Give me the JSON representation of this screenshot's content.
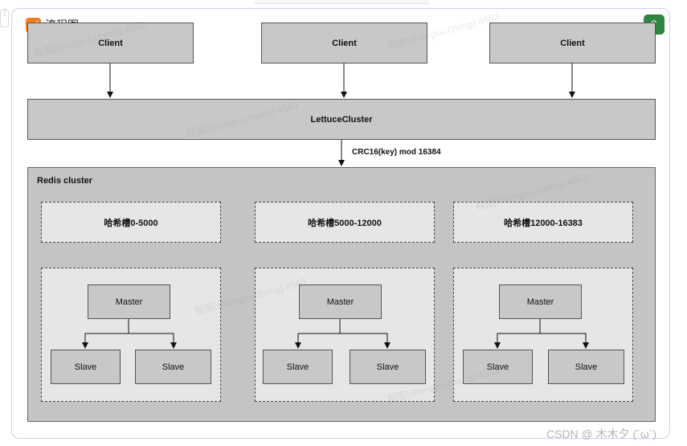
{
  "header": {
    "title": "流程图"
  },
  "clients": [
    {
      "label": "Client"
    },
    {
      "label": "Client"
    },
    {
      "label": "Client"
    }
  ],
  "lettuce": {
    "label": "LettuceCluster"
  },
  "edge_label": "CRC16(key)  mod  16384",
  "cluster": {
    "title": "Redis cluster",
    "slots": [
      {
        "label": "哈希槽0-5000"
      },
      {
        "label": "哈希槽5000-12000"
      },
      {
        "label": "哈希槽12000-16383"
      }
    ],
    "groups": [
      {
        "master": "Master",
        "slaves": [
          "Slave",
          "Slave"
        ]
      },
      {
        "master": "Master",
        "slaves": [
          "Slave",
          "Slave"
        ]
      },
      {
        "master": "Master",
        "slaves": [
          "Slave",
          "Slave"
        ]
      }
    ]
  },
  "watermark": "程图(chengxu.cheng) 4563",
  "credit": "CSDN @ 木木夕 (´ω`)",
  "colors": {
    "accent_orange": "#ff7d1f",
    "accent_green": "#2e8540",
    "node_fill": "#c8c8c8",
    "slot_fill": "#e6e6e6"
  },
  "icons": {
    "flowchart": "flowchart-icon",
    "collapse": "arrow-up-icon"
  }
}
